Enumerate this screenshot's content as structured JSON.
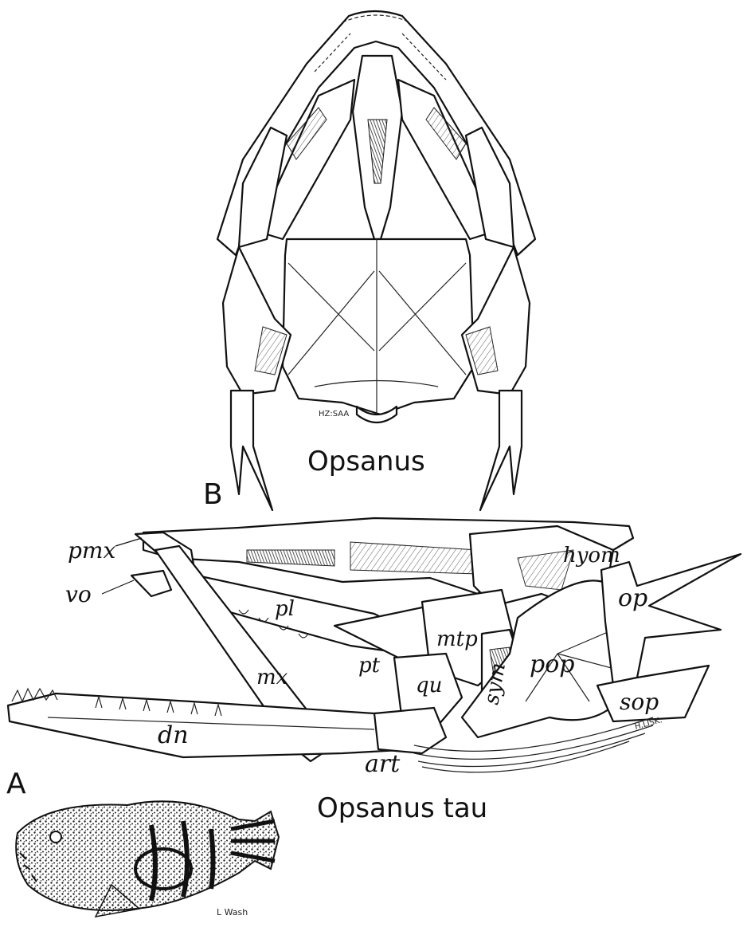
{
  "figure": {
    "panels": [
      {
        "letter": "B",
        "title": "Opsanus"
      },
      {
        "letter": "A",
        "title": "Opsanus tau"
      }
    ],
    "labels": {
      "pmx": "pmx",
      "vo": "vo",
      "pl": "pl",
      "mx": "mx",
      "pt": "pt",
      "mtp": "mtp",
      "qu": "qu",
      "sym": "sym",
      "pop": "pop",
      "op": "op",
      "sop": "sop",
      "hyom": "hyom",
      "dn": "dn",
      "art": "art"
    },
    "signatures": {
      "skull_b": "HZ:SAA",
      "skull_a": "H.LISK.",
      "fish": "L Wash"
    }
  }
}
